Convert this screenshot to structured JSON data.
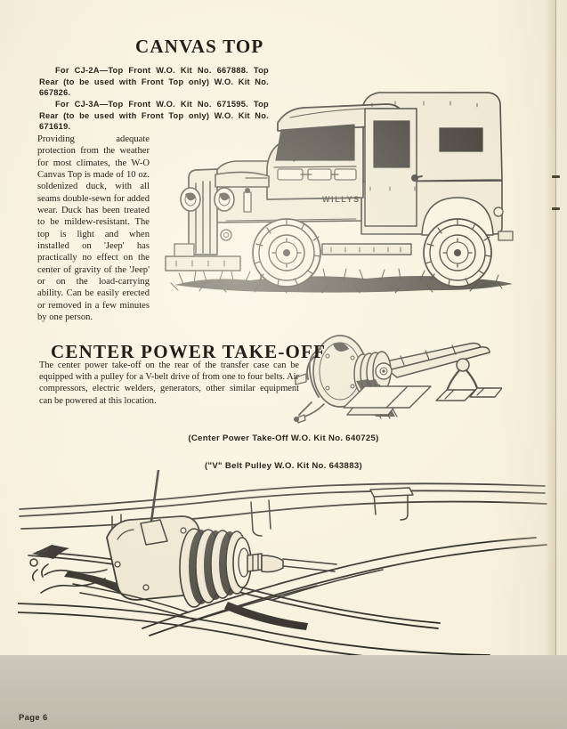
{
  "page": {
    "background_color": "#f7f0dd",
    "footer_band_color": "#c6c2b2",
    "ink_color": "#22201a",
    "page_number": "Page 6"
  },
  "sections": [
    {
      "id": "canvas-top",
      "heading": "CANVAS TOP",
      "kit_notes": [
        {
          "lead": "For CJ-2A—Top Front W.O. Kit No. 667888.",
          "rest": "Top Rear (to be used with Front Top only) W.O. Kit No. 667826."
        },
        {
          "lead": "For CJ-3A—Top Front W.O. Kit No. 671595.",
          "rest": "Top Rear (to be used with Front Top only) W.O. Kit No. 671619."
        }
      ],
      "body": "Providing adequate protection from the weather for most climates, the W-O Canvas Top is made of 10 oz. soldenized duck, with all seams double-sewn for added wear. Duck has been treated to be mildew-resistant. The top is light and when installed on 'Jeep' has practically no effect on the center of gravity of the 'Jeep' or on the load-carrying ability. Can be easily erected or removed in a few minutes by one person.",
      "illustration_name": "jeep-with-canvas-top",
      "illustration_label": "WILLYS"
    },
    {
      "id": "center-power-take-off",
      "heading": "CENTER POWER TAKE-OFF",
      "body": "The center power take-off on the rear of the transfer case can be equipped with a pulley for a V-belt drive of from one to four belts. Air compressors, electric welders, generators, other similar equipment can be powered at this location.",
      "illustration_name": "v-belt-pulley-drive",
      "captions": [
        "(Center Power Take-Off W.O. Kit No. 640725)",
        "(\"V\" Belt Pulley W.O. Kit No. 643883)"
      ],
      "lower_illustration_name": "transfer-case-with-pulley-on-chassis"
    }
  ]
}
